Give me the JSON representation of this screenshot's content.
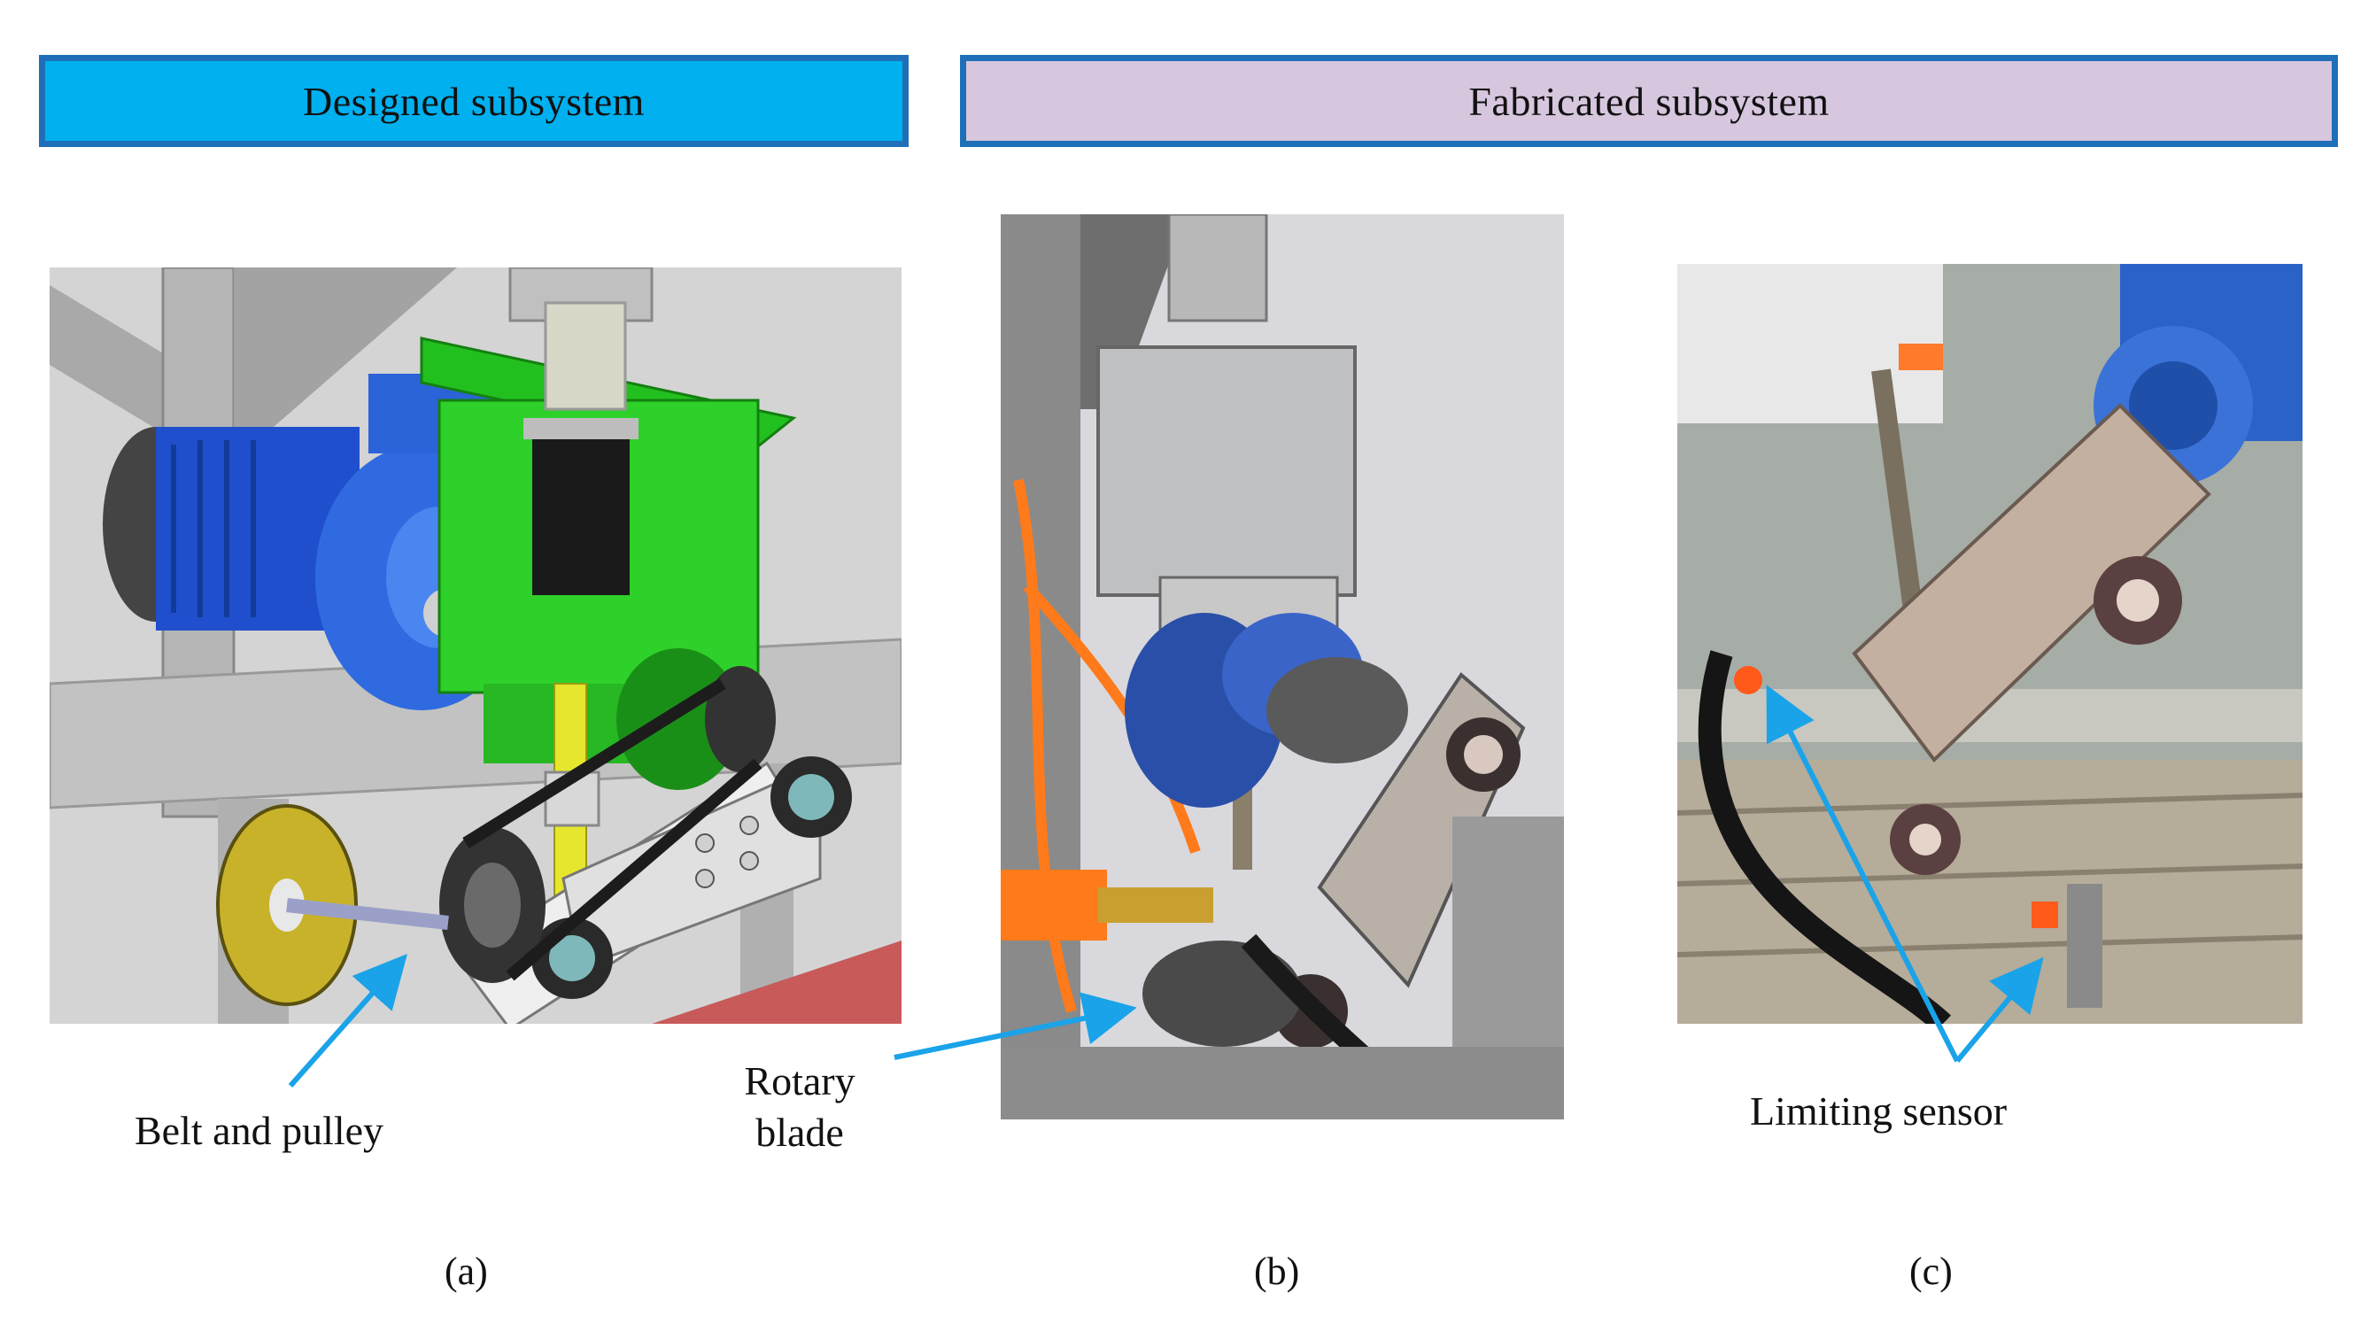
{
  "headers": {
    "designed": "Designed subsystem",
    "fabricated": "Fabricated subsystem"
  },
  "annotations": {
    "belt_and_pulley": "Belt and pulley",
    "rotary_blade_line1": "Rotary",
    "rotary_blade_line2": "blade",
    "limiting_sensor": "Limiting sensor"
  },
  "captions": {
    "a": "(a)",
    "b": "(b)",
    "c": "(c)"
  },
  "colors": {
    "designed_header": "#00b0ef",
    "fabricated_header": "#d6c6de",
    "header_border": "#1f6fb8",
    "arrow": "#1aa3e8"
  }
}
